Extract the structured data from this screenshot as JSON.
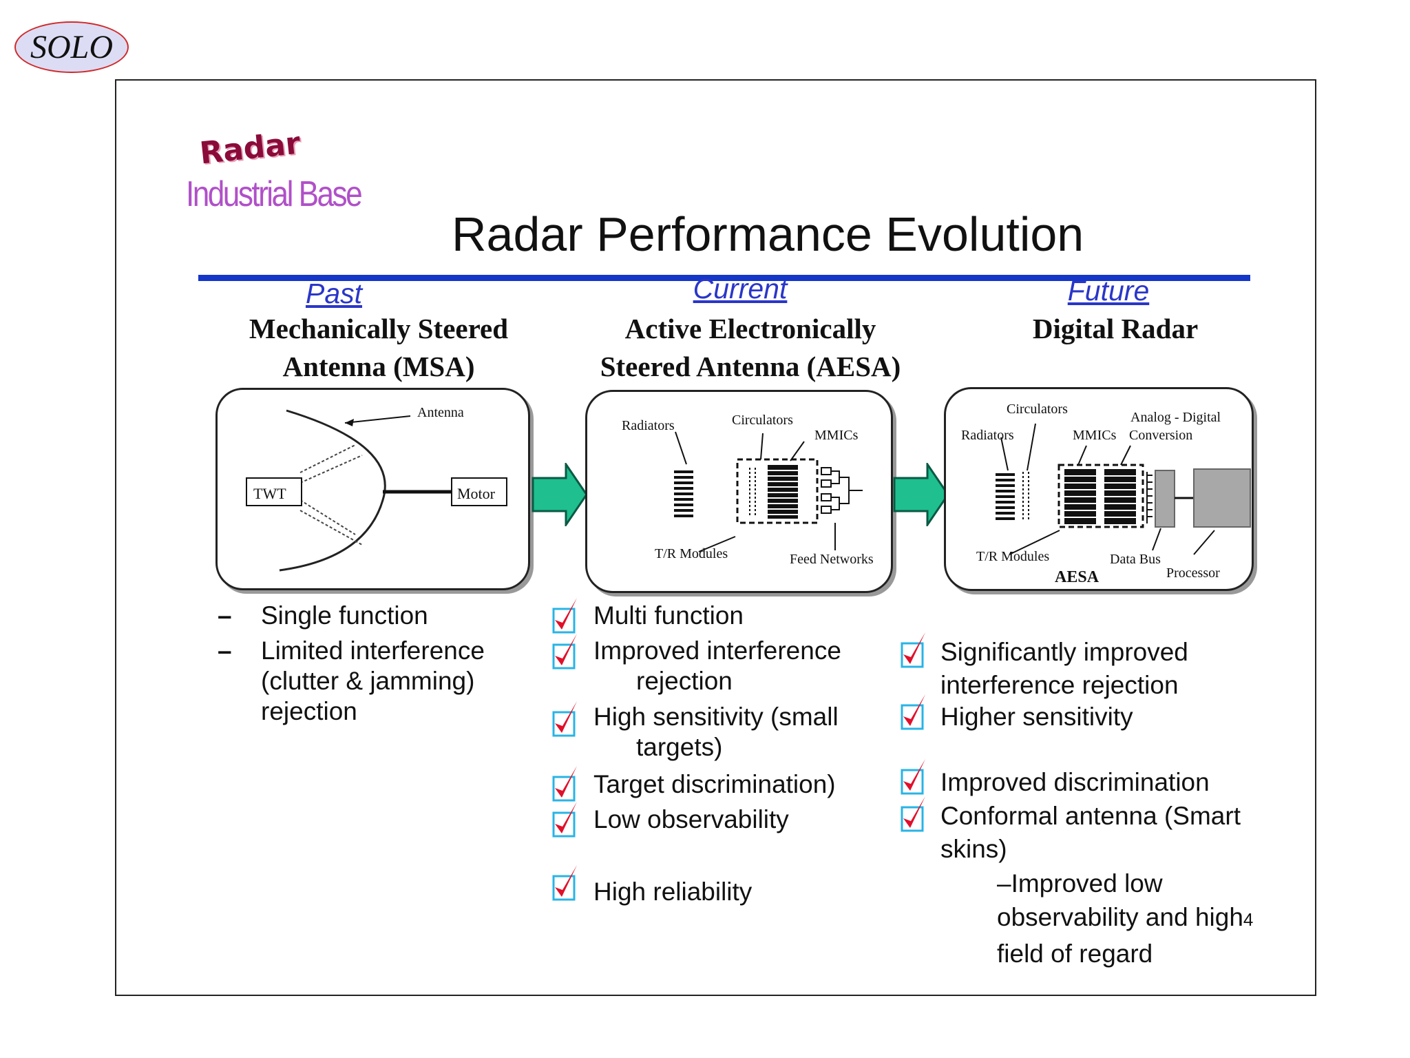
{
  "badge": {
    "label": "SOLO"
  },
  "logo": {
    "line1": "Radar",
    "line2": "Industrial Base"
  },
  "title": "Radar Performance Evolution",
  "colors": {
    "rule": "#1437c8",
    "era_link": "#2a36c8",
    "arrow": "#1fbf8f",
    "check": "#e0102a"
  },
  "columns": {
    "past": {
      "era": "Past",
      "heading_line1": "Mechanically Steered",
      "heading_line2": "Antenna (MSA)",
      "diagram": {
        "antenna": "Antenna",
        "twt": "TWT",
        "motor": "Motor"
      },
      "bullets": [
        {
          "lines": [
            "Single function"
          ]
        },
        {
          "lines": [
            "Limited interference",
            "(clutter & jamming)",
            "rejection"
          ]
        }
      ]
    },
    "current": {
      "era": "Current",
      "heading_line1": "Active Electronically",
      "heading_line2": "Steered Antenna (AESA)",
      "diagram": {
        "radiators": "Radiators",
        "circulators": "Circulators",
        "mmics": "MMICs",
        "tr_modules": "T/R Modules",
        "feed_networks": "Feed Networks"
      },
      "bullets": [
        {
          "line1": "Multi function"
        },
        {
          "line1": "Improved interference",
          "line2": "rejection"
        },
        {
          "line1": "High sensitivity (small",
          "line2": "targets)"
        },
        {
          "line1": "Target discrimination)"
        },
        {
          "line1": "Low observability"
        },
        {
          "line1": "High reliability"
        }
      ]
    },
    "future": {
      "era": "Future",
      "heading_line1": "Digital Radar",
      "diagram": {
        "circulators": "Circulators",
        "radiators": "Radiators",
        "mmics": "MMICs",
        "adc": "Analog - Digital",
        "conversion": "Conversion",
        "tr_modules": "T/R Modules",
        "data_bus": "Data Bus",
        "processor": "Processor",
        "aesa": "AESA"
      },
      "bullets": [
        {
          "line1": "Significantly improved",
          "line2": "interference rejection"
        },
        {
          "line1": "Higher sensitivity"
        },
        {
          "line1": "Improved discrimination"
        },
        {
          "line1": "Conformal antenna (Smart",
          "line2": "skins)"
        }
      ],
      "sub_bullet": {
        "line1": "–Improved low",
        "line2": "observability and high",
        "page": "4",
        "line3": "field of regard"
      }
    }
  }
}
